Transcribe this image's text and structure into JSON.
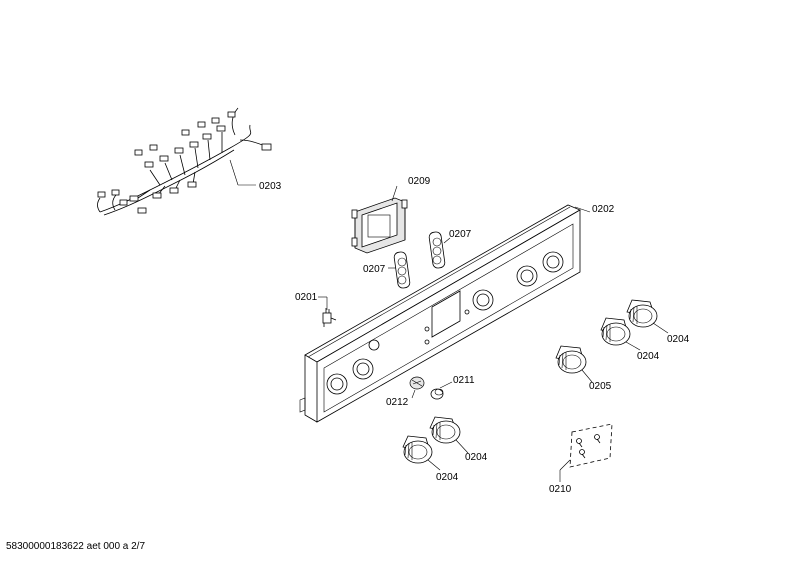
{
  "parts": {
    "p0203": "0203",
    "p0209": "0209",
    "p0202": "0202",
    "p0207a": "0207",
    "p0207b": "0207",
    "p0201": "0201",
    "p0211": "0211",
    "p0212": "0212",
    "p0204a": "0204",
    "p0204b": "0204",
    "p0205": "0205",
    "p0204c": "0204",
    "p0204d": "0204",
    "p0210": "0210"
  },
  "footer": "58300000183622 aet 000 a 2/7"
}
